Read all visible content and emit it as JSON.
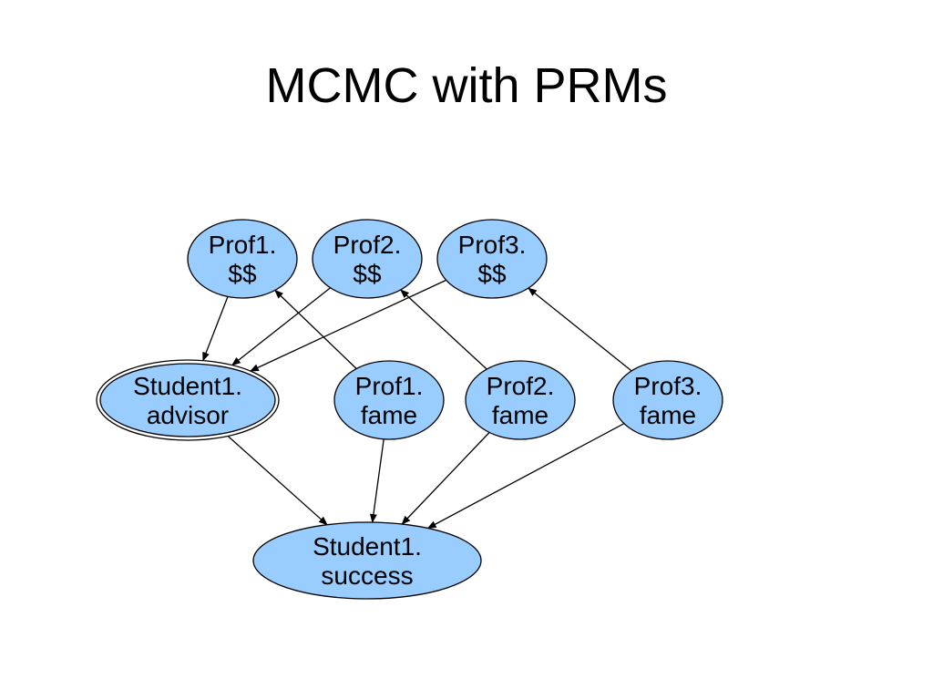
{
  "slide": {
    "title": "MCMC with PRMs"
  },
  "colors": {
    "node_fill": "#99CCFF",
    "node_stroke": "#000000",
    "edge": "#000000"
  },
  "diagram": {
    "nodes": [
      {
        "id": "prof1-money",
        "lines": [
          "Prof1.",
          "$$"
        ]
      },
      {
        "id": "prof2-money",
        "lines": [
          "Prof2.",
          "$$"
        ]
      },
      {
        "id": "prof3-money",
        "lines": [
          "Prof3.",
          "$$"
        ]
      },
      {
        "id": "student1-advisor",
        "lines": [
          "Student1.",
          "advisor"
        ]
      },
      {
        "id": "prof1-fame",
        "lines": [
          "Prof1.",
          "fame"
        ]
      },
      {
        "id": "prof2-fame",
        "lines": [
          "Prof2.",
          "fame"
        ]
      },
      {
        "id": "prof3-fame",
        "lines": [
          "Prof3.",
          "fame"
        ]
      },
      {
        "id": "student1-success",
        "lines": [
          "Student1.",
          "success"
        ]
      }
    ],
    "edges": [
      {
        "from": "prof1-money",
        "to": "student1-advisor"
      },
      {
        "from": "prof2-money",
        "to": "student1-advisor"
      },
      {
        "from": "prof3-money",
        "to": "student1-advisor"
      },
      {
        "from": "prof1-fame",
        "to": "prof1-money"
      },
      {
        "from": "prof2-fame",
        "to": "prof2-money"
      },
      {
        "from": "prof3-fame",
        "to": "prof3-money"
      },
      {
        "from": "student1-advisor",
        "to": "student1-success"
      },
      {
        "from": "prof1-fame",
        "to": "student1-success"
      },
      {
        "from": "prof2-fame",
        "to": "student1-success"
      },
      {
        "from": "prof3-fame",
        "to": "student1-success"
      }
    ]
  }
}
